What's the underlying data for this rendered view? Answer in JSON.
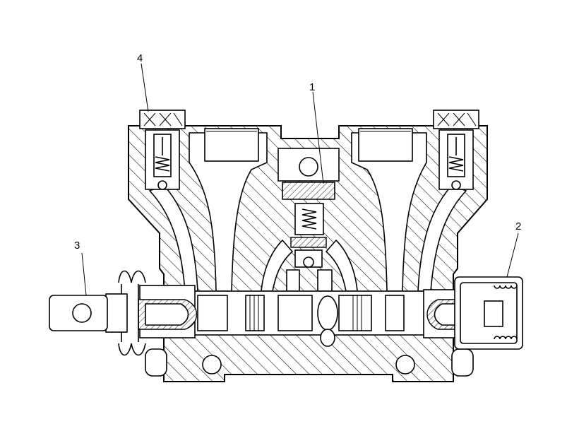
{
  "figure": {
    "callouts": [
      {
        "id": "c1",
        "label": "1"
      },
      {
        "id": "c2",
        "label": "2"
      },
      {
        "id": "c3",
        "label": "3"
      },
      {
        "id": "c4",
        "label": "4"
      }
    ]
  }
}
